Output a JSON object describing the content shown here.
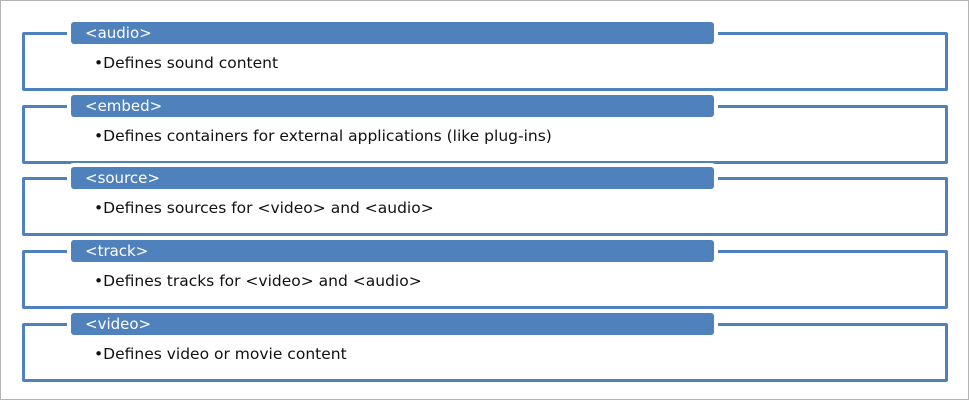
{
  "items": [
    {
      "tag": "<audio>",
      "description": "•Defines sound content"
    },
    {
      "tag": "<embed>",
      "description": "•Defines containers for external applications (like plug-ins)"
    },
    {
      "tag": "<source>",
      "description": "•Defines sources for <video> and <audio>"
    },
    {
      "tag": "<track>",
      "description": "•Defines tracks for <video> and <audio>"
    },
    {
      "tag": "<video>",
      "description": "•Defines video or movie content"
    }
  ],
  "colors": {
    "accent": "#4f81bd"
  }
}
